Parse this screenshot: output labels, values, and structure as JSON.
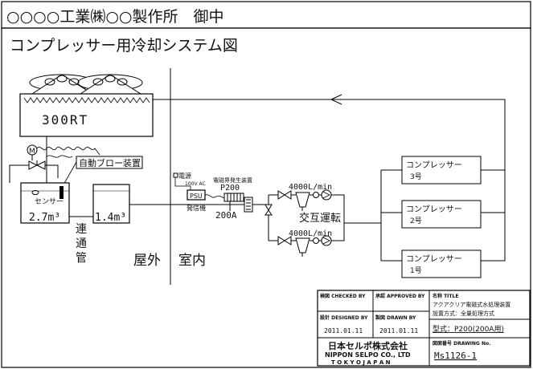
{
  "header": {
    "addressee": "○○○○工業㈱○○製作所　御中",
    "diagram_title": "コンプレッサー用冷却システム図"
  },
  "cooling_tower": {
    "capacity": "300RT"
  },
  "auto_blow": {
    "label": "自動ブロー装置"
  },
  "motor": {
    "symbol": "M"
  },
  "tank_main": {
    "sensor_label": "センサー",
    "volume": "2.7m³"
  },
  "tank_sub": {
    "volume": "1.4m³"
  },
  "connecting_pipe": {
    "label": "連通管"
  },
  "zones": {
    "outdoor": "屋外",
    "indoor": "室内"
  },
  "equipment": {
    "power_label": "電源",
    "power_spec": "100V AC",
    "psu_label": "PSU",
    "oscillator_label": "発信機",
    "generator_title": "電磁界発生装置",
    "generator_model": "P200",
    "pipe_size": "200A"
  },
  "pumps": {
    "flow_top": "4000L/min",
    "flow_bottom": "4000L/min",
    "alternate_label": "交互運転"
  },
  "compressors": [
    {
      "name": "コンプレッサー",
      "number": "3号"
    },
    {
      "name": "コンプレッサー",
      "number": "2号"
    },
    {
      "name": "コンプレッサー",
      "number": "1号"
    }
  ],
  "title_block": {
    "checked_label": "検図 CHECKED BY",
    "approved_label": "承認 APPROVED BY",
    "name_label": "名称 TITLE",
    "title_line1": "アクアクリア電磁式水処理装置",
    "title_line2": "設置方式：全量処理方式",
    "designed_label": "設計 DESIGNED BY",
    "drawn_label": "製図 DRAWN BY",
    "designed_date": "2011.01.11",
    "drawn_date": "2011.01.11",
    "model_text": "型式：P200(200A用)",
    "company_jp": "日本セルポ株式会社",
    "company_en": "NIPPON SELPO CO., LTD",
    "company_city": "T O K Y O   J A P A N",
    "drawing_no_label": "図面番号 DRAWING No.",
    "drawing_no": "Ms1126-1"
  }
}
